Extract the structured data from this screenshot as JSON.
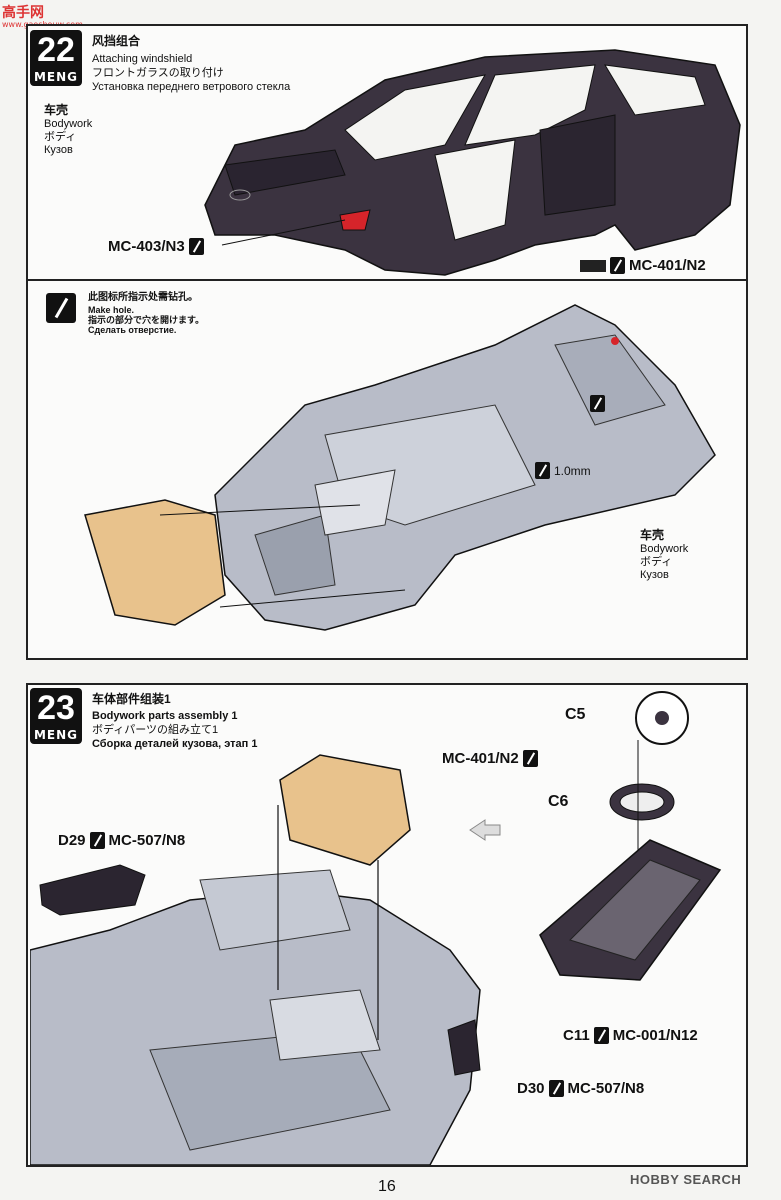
{
  "watermark": {
    "site": "高手网",
    "url": "www.gaoshouw.com"
  },
  "step22": {
    "number": "22",
    "brand": "MENG",
    "title_zh": "风挡组合",
    "title_en": "Attaching windshield",
    "title_ja": "フロントガラスの取り付け",
    "title_ru": "Установка переднего ветрового стекла",
    "body_label": {
      "zh": "车壳",
      "en": "Bodywork",
      "ja": "ボディ",
      "ru": "Кузов"
    },
    "paint_left": "MC-403/N3",
    "paint_right": "MC-401/N2",
    "drill_note": {
      "zh": "此图标所指示处需钻孔。",
      "en": "Make hole.",
      "ja": "指示の部分で穴を開けます。",
      "ru": "Сделать отверстие."
    },
    "drill_size": "1.0mm",
    "body_label2": {
      "zh": "车壳",
      "en": "Bodywork",
      "ja": "ボディ",
      "ru": "Кузов"
    }
  },
  "step23": {
    "number": "23",
    "brand": "MENG",
    "title_zh": "车体部件组装1",
    "title_en": "Bodywork parts assembly 1",
    "title_ja": "ボディパーツの組み立て1",
    "title_ru": "Сборка деталей кузова, этап 1",
    "d29": {
      "part": "D29",
      "paint": "MC-507/N8"
    },
    "c5": "C5",
    "c6": "C6",
    "wheel_paint": "MC-401/N2",
    "c11": {
      "part": "C11",
      "paint": "MC-001/N12"
    },
    "d30": {
      "part": "D30",
      "paint": "MC-507/N8"
    }
  },
  "page_number": "16",
  "footer_brand": "HOBBY SEARCH",
  "colors": {
    "body_dark": "#3b3340",
    "interior_gray": "#b8bcc8",
    "windshield": "#e8c28c",
    "accent_red": "#d6242a"
  }
}
